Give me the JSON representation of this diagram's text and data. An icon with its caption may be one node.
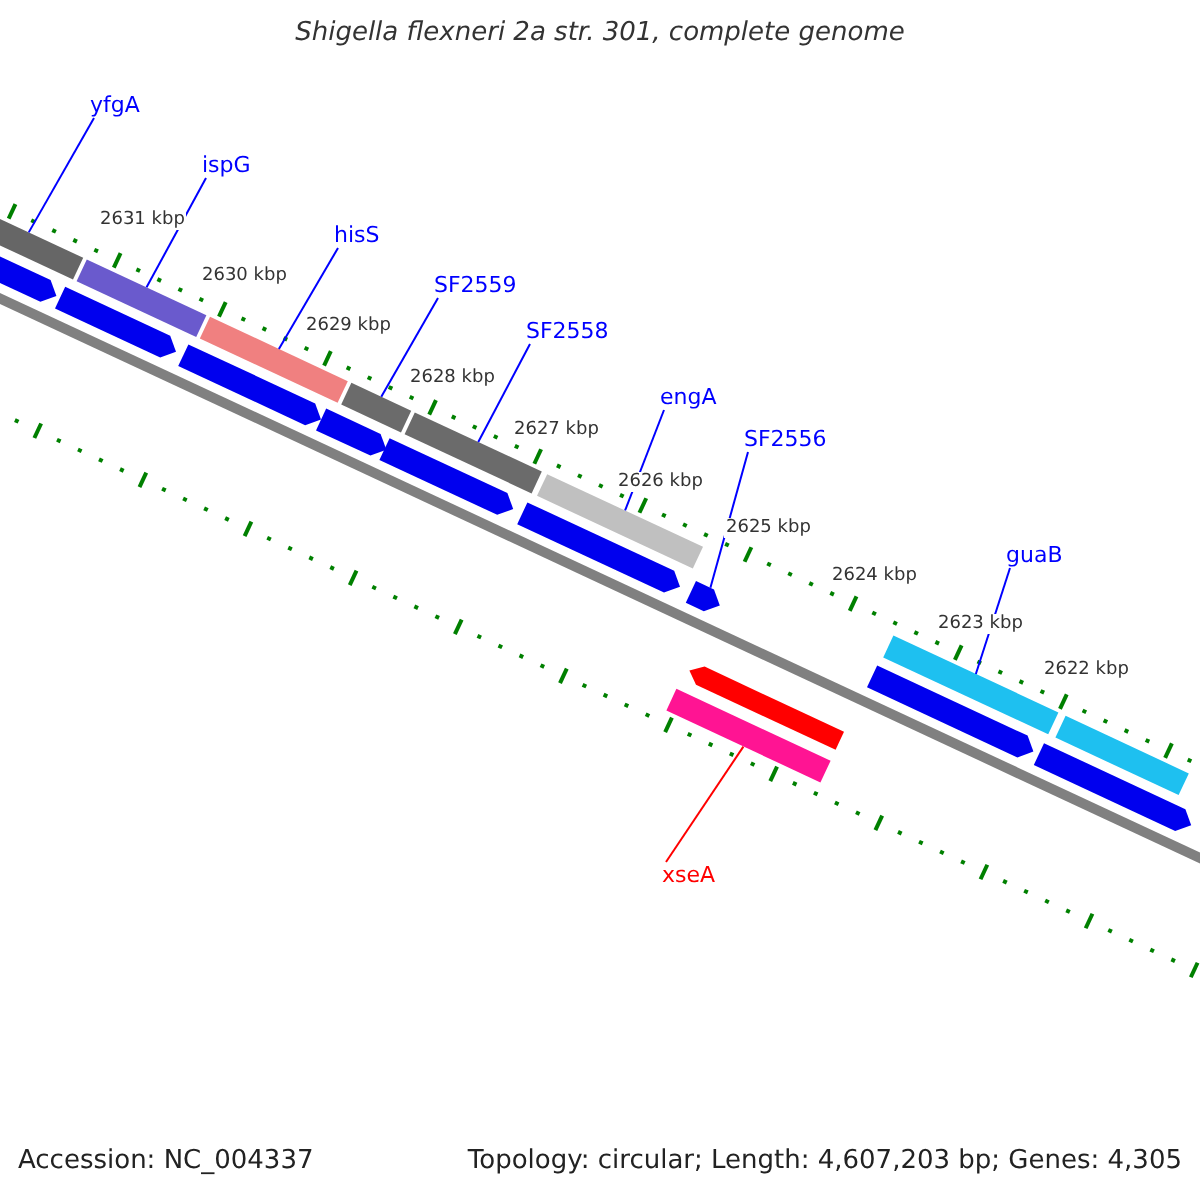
{
  "diagram": {
    "title": "Shigella flexneri 2a str. 301, complete genome",
    "nodes": [
      {
        "text": [
          "yfgA"
        ]
      },
      {
        "text": [
          "ispG"
        ]
      },
      {
        "text": [
          "hisS"
        ]
      },
      {
        "text": [
          "SF2559"
        ]
      },
      {
        "text": [
          "SF2558"
        ]
      },
      {
        "text": [
          "engA"
        ]
      },
      {
        "text": [
          "SF2556"
        ]
      },
      {
        "text": [
          "guaB"
        ]
      },
      {
        "text": [
          "xseA"
        ]
      },
      {
        "text": [],
        "shape": "bar"
      },
      {
        "text": [],
        "shape": "bar"
      },
      {
        "text": [],
        "shape": "bar"
      },
      {
        "text": [],
        "shape": "bar"
      },
      {
        "text": [],
        "shape": "bar"
      },
      {
        "text": [],
        "shape": "bar"
      },
      {
        "text": [],
        "shape": "arrow"
      },
      {
        "text": [],
        "shape": "bar"
      },
      {
        "text": [],
        "shape": "bar"
      },
      {
        "text": [],
        "shape": "bar"
      },
      {
        "text": [],
        "shape": "arrow"
      },
      {
        "text": [],
        "shape": "arrow"
      },
      {
        "text": [],
        "shape": "arrow"
      },
      {
        "text": [],
        "shape": "arrow"
      },
      {
        "text": [],
        "shape": "arrow"
      },
      {
        "text": [],
        "shape": "arrow"
      },
      {
        "text": [],
        "shape": "arrow"
      },
      {
        "text": [],
        "shape": "arrow"
      },
      {
        "text": [],
        "shape": "arrow"
      }
    ],
    "edges": [
      {
        "from": 0,
        "to": 9,
        "arrow": "none"
      },
      {
        "from": 1,
        "to": 10,
        "arrow": "none"
      },
      {
        "from": 2,
        "to": 11,
        "arrow": "none"
      },
      {
        "from": 3,
        "to": 12,
        "arrow": "none"
      },
      {
        "from": 4,
        "to": 13,
        "arrow": "none"
      },
      {
        "from": 5,
        "to": 14,
        "arrow": "none"
      },
      {
        "from": 6,
        "to": 15,
        "arrow": "none"
      },
      {
        "from": 7,
        "to": 16,
        "arrow": "none"
      },
      {
        "from": 8,
        "to": 17,
        "arrow": "none",
        "color": "#ff0000"
      }
    ],
    "labels": [
      "2631 kbp",
      "2630 kbp",
      "2629 kbp",
      "2628 kbp",
      "2627 kbp",
      "2626 kbp",
      "2625 kbp",
      "2624 kbp",
      "2623 kbp",
      "2622 kbp",
      "Accession: NC_004337",
      "Topology: circular; Length: 4,607,203 bp; Genes: 4,305"
    ]
  }
}
